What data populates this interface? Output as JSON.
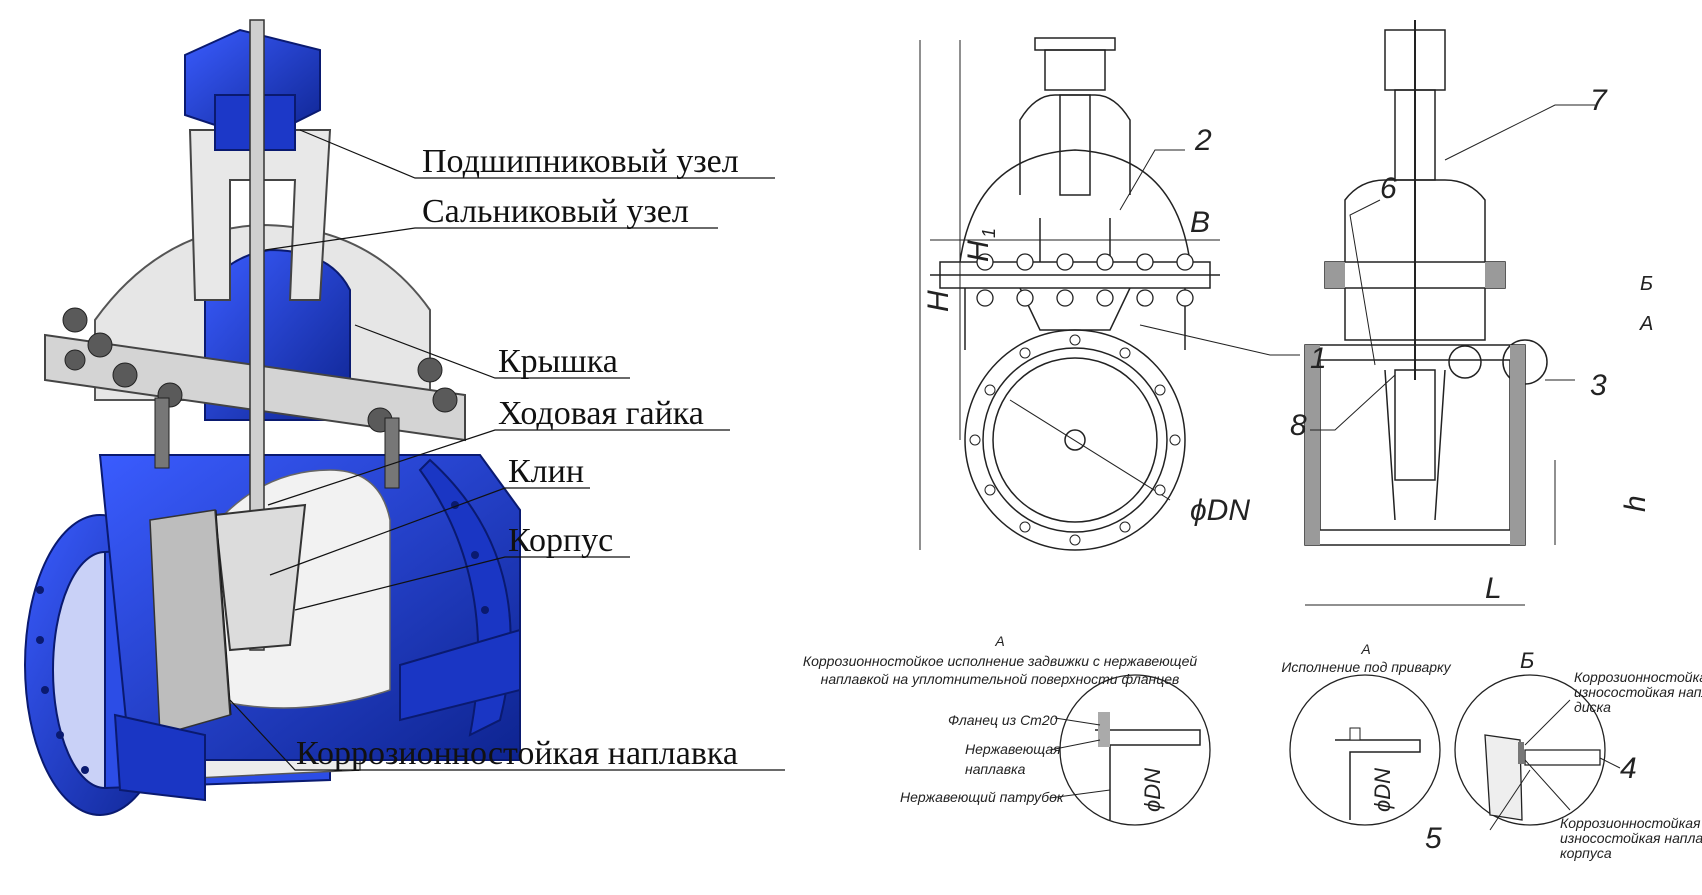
{
  "callouts": [
    "Подшипниковый узел",
    "Сальниковый узел",
    "Крышка",
    "Ходовая гайка",
    "Клин",
    "Корпус",
    "Коррозионностойкая наплавка"
  ],
  "dimensions": {
    "H": "H",
    "H1": "H",
    "H1_sub": "1",
    "B": "B",
    "DN": "ϕDN",
    "L": "L",
    "h": "h",
    "DN_detail": "ϕDN",
    "DN_detail2": "ϕDN"
  },
  "positions": [
    "1",
    "2",
    "3",
    "4",
    "5",
    "6",
    "7",
    "8"
  ],
  "view_markers": {
    "A": "А",
    "B": "Б"
  },
  "detail_A1": {
    "letter": "А",
    "title_1": "Коррозионностойкое исполнение задвижки с нержавеющей",
    "title_2": "наплавкой на уплотнительной поверхности фланцев",
    "flange": "Фланец из Ст20",
    "overlay_1": "Нержавеющая",
    "overlay_2": "наплавка",
    "pipe": "Нержавеющий патрубок"
  },
  "detail_A2": {
    "letter": "А",
    "title": "Исполнение под приварку"
  },
  "detail_B": {
    "letter": "Б",
    "disc_1": "Коррозионностойкая",
    "disc_2": "износостойкая наплавка",
    "disc_3": "диска",
    "body_1": "Коррозионностойкая",
    "body_2": "износостойкая наплавка",
    "body_3": "корпуса"
  },
  "colors": {
    "body_blue": "#1f3fd6",
    "dark_blue": "#0e2490",
    "steel": "#d9d9d9",
    "line": "#222222"
  }
}
